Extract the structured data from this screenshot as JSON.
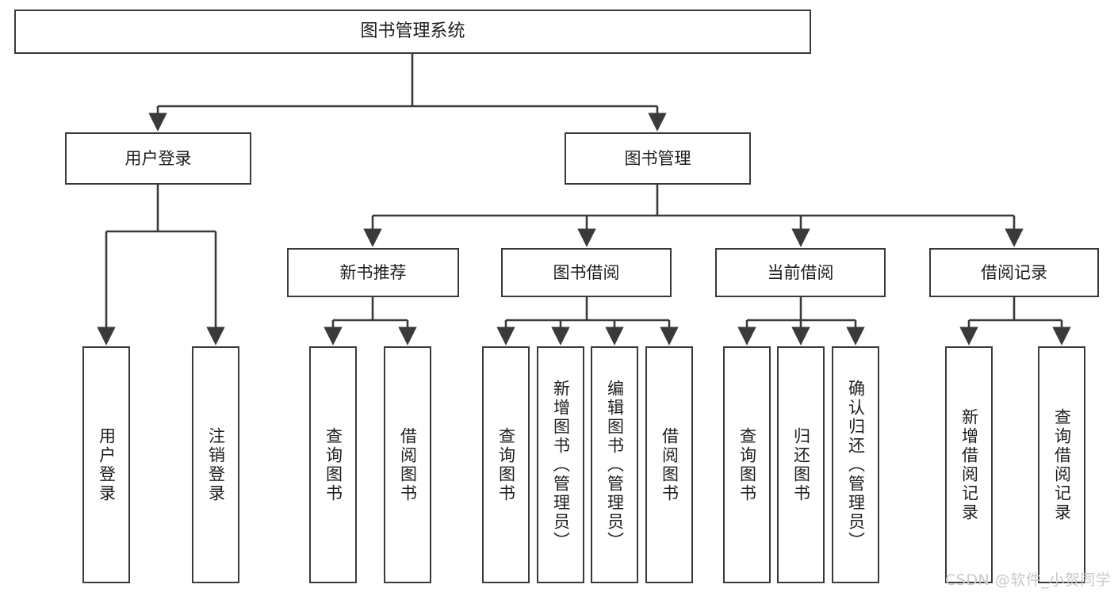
{
  "diagram": {
    "title": "图书管理系统",
    "type": "tree-hierarchy-diagram",
    "root": {
      "id": "root",
      "label": "图书管理系统"
    },
    "level2": [
      {
        "id": "user-login",
        "label": "用户登录"
      },
      {
        "id": "book-management",
        "label": "图书管理"
      }
    ],
    "level3": [
      {
        "id": "new-book-recommend",
        "label": "新书推荐",
        "parent": "book-management"
      },
      {
        "id": "book-borrow",
        "label": "图书借阅",
        "parent": "book-management"
      },
      {
        "id": "current-borrow",
        "label": "当前借阅",
        "parent": "book-management"
      },
      {
        "id": "borrow-record",
        "label": "借阅记录",
        "parent": "book-management"
      }
    ],
    "leaves": {
      "user-login": [
        {
          "id": "leaf-user-login",
          "label": "用户登录"
        },
        {
          "id": "leaf-user-logout",
          "label": "注销登录"
        }
      ],
      "new-book-recommend": [
        {
          "id": "leaf-query-book-1",
          "label": "查询图书"
        },
        {
          "id": "leaf-borrow-book-1",
          "label": "借阅图书"
        }
      ],
      "book-borrow": [
        {
          "id": "leaf-query-book-2",
          "label": "查询图书"
        },
        {
          "id": "leaf-add-book",
          "label": "新增图书（管理员）"
        },
        {
          "id": "leaf-edit-book",
          "label": "编辑图书（管理员）"
        },
        {
          "id": "leaf-borrow-book-2",
          "label": "借阅图书"
        }
      ],
      "current-borrow": [
        {
          "id": "leaf-query-book-3",
          "label": "查询图书"
        },
        {
          "id": "leaf-return-book",
          "label": "归还图书"
        },
        {
          "id": "leaf-confirm-return",
          "label": "确认归还（管理员）"
        }
      ],
      "borrow-record": [
        {
          "id": "leaf-add-record",
          "label": "新增借阅记录"
        },
        {
          "id": "leaf-query-record",
          "label": "查询借阅记录"
        }
      ]
    }
  },
  "watermark": {
    "text": "CSDN @软件_小贺同学"
  },
  "colors": {
    "stroke": "#3a3a3a",
    "text": "#1d1d1d",
    "background": "#ffffff",
    "watermark": "#c9c9c9"
  }
}
